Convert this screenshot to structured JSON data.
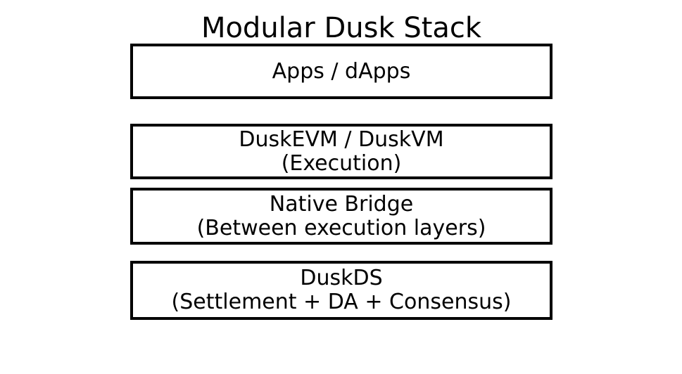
{
  "title": "Modular Dusk Stack",
  "layers": [
    {
      "id": "apps",
      "lines": [
        "Apps / dApps"
      ]
    },
    {
      "id": "execution",
      "lines": [
        "DuskEVM / DuskVM",
        "(Execution)"
      ]
    },
    {
      "id": "bridge",
      "lines": [
        "Native Bridge",
        "(Between execution layers)"
      ]
    },
    {
      "id": "duskds",
      "lines": [
        "DuskDS",
        "(Settlement + DA + Consensus)"
      ]
    }
  ],
  "colors": {
    "background": "#ffffff",
    "box_border": "#000000",
    "text": "#000000"
  }
}
